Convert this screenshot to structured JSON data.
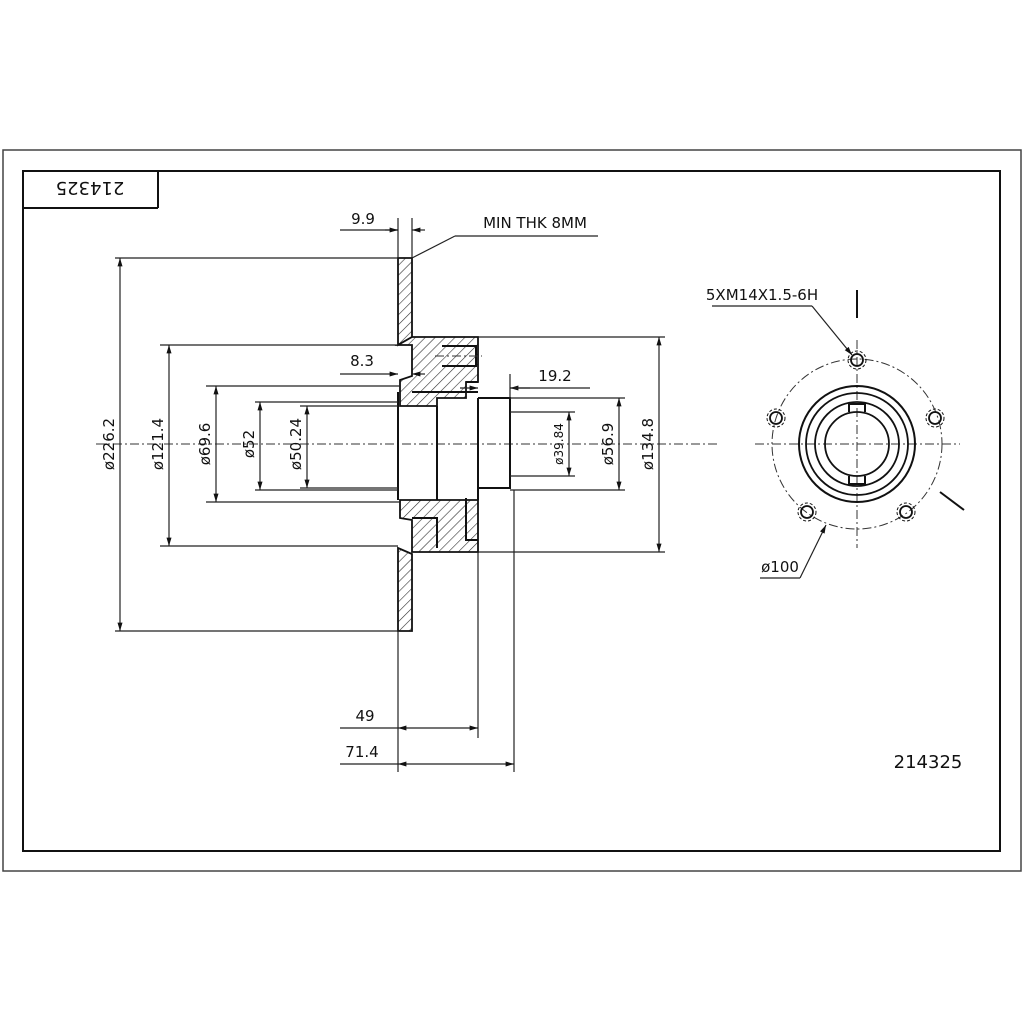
{
  "part_number": "214325",
  "part_number_flipped": "214325",
  "dimensions": {
    "flange_thickness": "9.9",
    "min_thickness_note": "MIN THK 8MM",
    "hat_step": "8.3",
    "hub_step": "19.2",
    "overall_height_49": "49",
    "overall_height_71": "71.4",
    "dia_226": "ø226.2",
    "dia_121": "ø121.4",
    "dia_69": "ø69.6",
    "dia_52": "ø52",
    "dia_50": "ø50.24",
    "dia_39": "ø39.84",
    "dia_56": "ø56.9",
    "dia_134": "ø134.8"
  },
  "bolt_pattern": {
    "thread_note": "5XM14X1.5-6H",
    "pcd": "ø100"
  }
}
